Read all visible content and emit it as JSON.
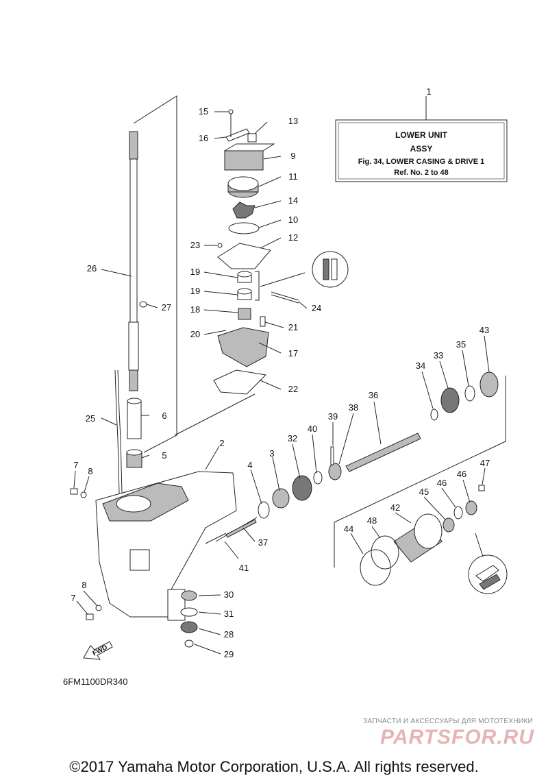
{
  "info_box": {
    "ref_number": "1",
    "title_line1": "LOWER UNIT",
    "title_line2": "ASSY",
    "line3": "Fig. 34, LOWER CASING & DRIVE 1",
    "line4": "Ref. No. 2 to 48"
  },
  "callouts": {
    "c2": "2",
    "c3": "3",
    "c4": "4",
    "c5": "5",
    "c6": "6",
    "c7a": "7",
    "c7b": "7",
    "c8a": "8",
    "c8b": "8",
    "c9": "9",
    "c10": "10",
    "c11": "11",
    "c12": "12",
    "c13": "13",
    "c14": "14",
    "c15": "15",
    "c16": "16",
    "c17": "17",
    "c18": "18",
    "c19a": "19",
    "c19b": "19",
    "c20": "20",
    "c21": "21",
    "c22": "22",
    "c23": "23",
    "c24": "24",
    "c25": "25",
    "c26": "26",
    "c27": "27",
    "c28": "28",
    "c29": "29",
    "c30": "30",
    "c31": "31",
    "c32": "32",
    "c33": "33",
    "c34": "34",
    "c35": "35",
    "c36": "36",
    "c37": "37",
    "c38": "38",
    "c39": "39",
    "c40": "40",
    "c41": "41",
    "c42": "42",
    "c43": "43",
    "c44": "44",
    "c45": "45",
    "c46a": "46",
    "c46b": "46",
    "c47": "47",
    "c48": "48"
  },
  "fwd_label": "FWD",
  "diagram_code": "6FM1100DR340",
  "watermark": {
    "tagline": "ЗАПЧАСТИ И АКСЕССУАРЫ ДЛЯ МОТОТЕХНИКИ",
    "brand": "PARTSFOR.RU"
  },
  "copyright": "©2017 Yamaha Motor Corporation, U.S.A. All rights reserved."
}
